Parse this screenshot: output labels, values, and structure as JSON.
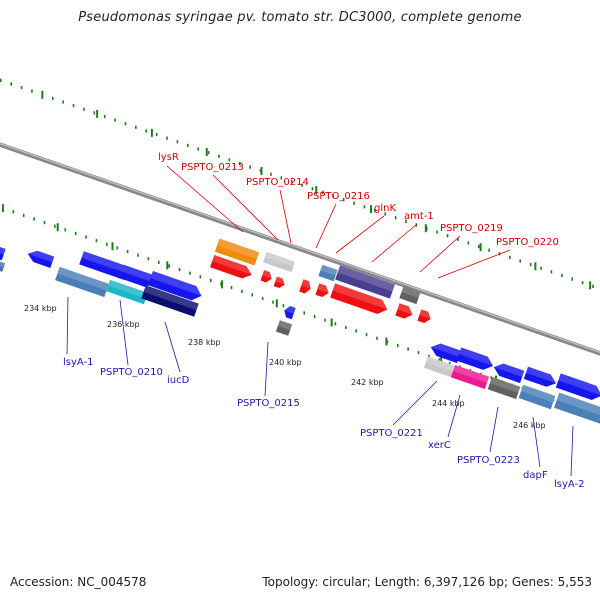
{
  "title": "Pseudomonas syringae pv. tomato str. DC3000, complete genome",
  "accession_text": "Accession: NC_004578",
  "stats_text": "Topology: circular; Length: 6,397,126 bp; Genes: 5,553",
  "colors": {
    "backbone": "#888888",
    "dots": "#1a7f1a",
    "top_label": "#d40000",
    "bottom_label": "#1a1aa8"
  },
  "tick_labels": [
    "234 kbp",
    "236 kbp",
    "238 kbp",
    "240 kbp",
    "242 kbp",
    "244 kbp",
    "246 kbp"
  ],
  "gene_labels_top": [
    "lysR",
    "PSPTO_0213",
    "PSPTO_0214",
    "PSPTO_0216",
    "glnK",
    "amt-1",
    "PSPTO_0219",
    "PSPTO_0220"
  ],
  "gene_labels_bottom": [
    "lsyA-1",
    "PSPTO_0210",
    "iucD",
    "PSPTO_0215",
    "PSPTO_0221",
    "xerC",
    "PSPTO_0223",
    "dapF",
    "lsyA-2"
  ]
}
